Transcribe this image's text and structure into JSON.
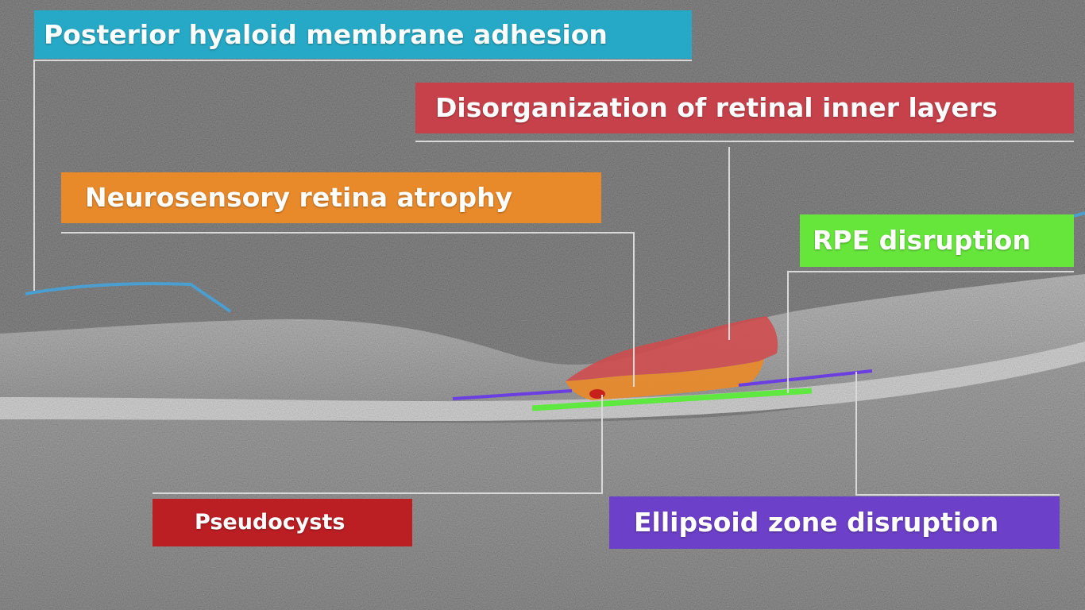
{
  "labels": {
    "hyaloid": {
      "text": "Posterior hyaloid membrane adhesion",
      "color": "#26a9c6"
    },
    "diril": {
      "text": "Disorganization of retinal inner layers",
      "color": "#c7414b"
    },
    "atrophy": {
      "text": "Neurosensory retina atrophy",
      "color": "#e8892a"
    },
    "rpe": {
      "text": "RPE disruption",
      "color": "#66e63a"
    },
    "pseudocysts": {
      "text": "Pseudocysts",
      "color": "#bb1f24"
    },
    "ellipsoid": {
      "text": "Ellipsoid zone disruption",
      "color": "#6c40c8"
    }
  },
  "overlay_colors": {
    "hyaloid_line": "#4a9ed0",
    "diril_region": "#d04a4c",
    "atrophy_region": "#e88a2a",
    "rpe_line": "#5ee840",
    "ellipsoid_line": "#6a3ee0",
    "pseudocyst": "#c8201a",
    "leader_lines": "#d9d9d9"
  }
}
